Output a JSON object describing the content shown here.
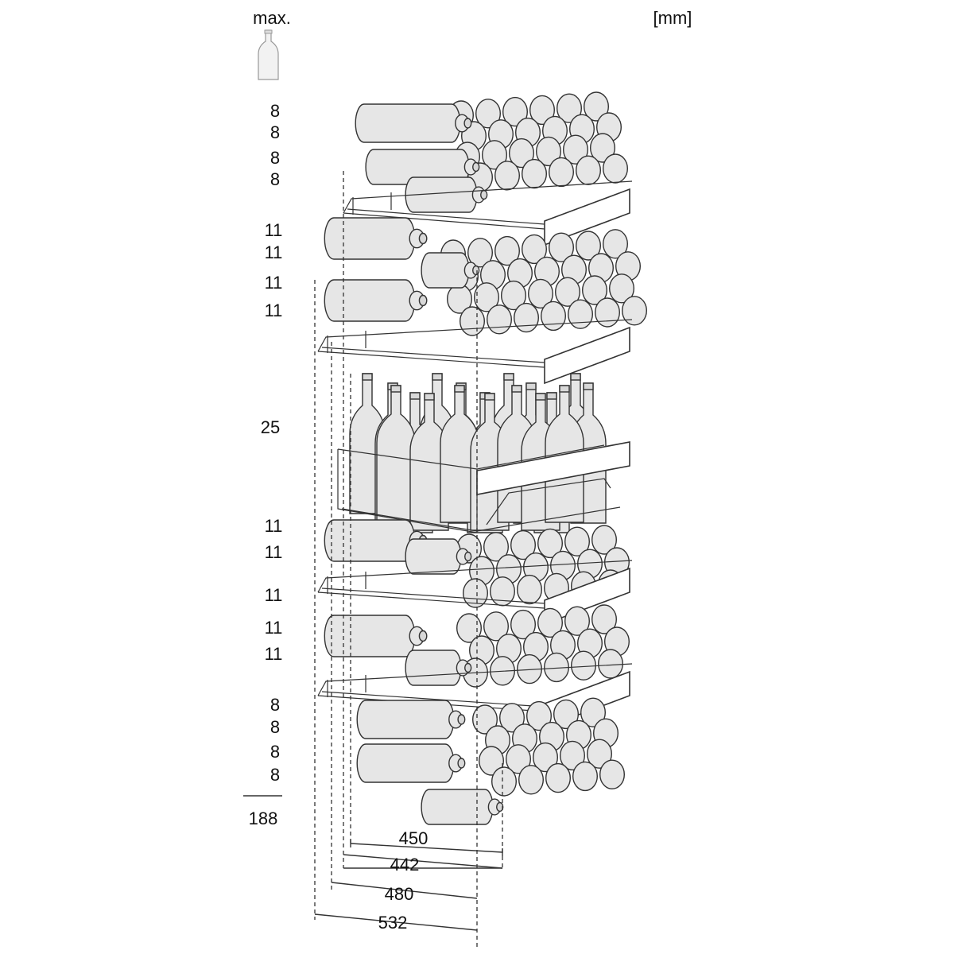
{
  "header": {
    "max_label": "max.",
    "unit_label": "[mm]"
  },
  "icons": {
    "bottle": "bottle-icon"
  },
  "shelf_counts": [
    "8",
    "8",
    "8",
    "8",
    "11",
    "11",
    "11",
    "11",
    "25",
    "11",
    "11",
    "11",
    "11",
    "11",
    "8",
    "8",
    "8",
    "8"
  ],
  "total": "188",
  "dimensions": [
    "450",
    "442",
    "480",
    "532"
  ],
  "colors": {
    "line": "#333333",
    "bottle_fill": "#e6e6e6",
    "background": "#ffffff"
  }
}
